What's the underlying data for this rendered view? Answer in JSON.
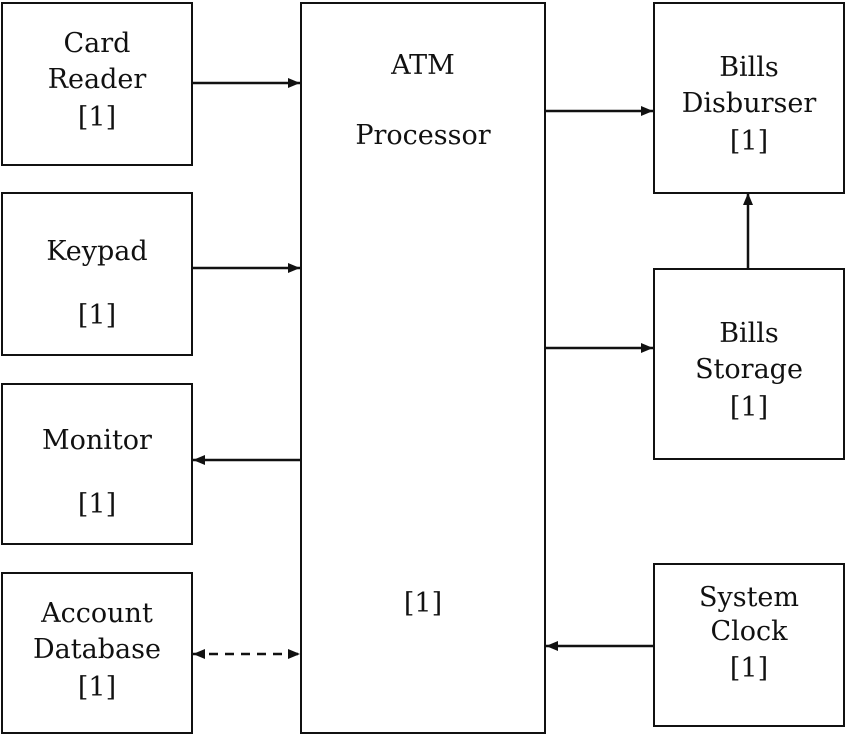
{
  "diagram": {
    "card_reader": {
      "line1": "Card",
      "line2": "Reader",
      "mult": "[1]"
    },
    "keypad": {
      "line1": "Keypad",
      "mult": "[1]"
    },
    "monitor": {
      "line1": "Monitor",
      "mult": "[1]"
    },
    "account_db": {
      "line1": "Account",
      "line2": "Database",
      "mult": "[1]"
    },
    "atm": {
      "line1": "ATM",
      "line2": "Processor",
      "mult": "[1]"
    },
    "bills_disburser": {
      "line1": "Bills",
      "line2": "Disburser",
      "mult": "[1]"
    },
    "bills_storage": {
      "line1": "Bills",
      "line2": "Storage",
      "mult": "[1]"
    },
    "system_clock": {
      "line1": "System",
      "line2": "Clock",
      "mult": "[1]"
    }
  }
}
